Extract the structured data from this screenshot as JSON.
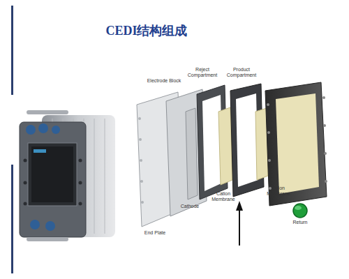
{
  "diagram": {
    "title": "CEDI结构组成",
    "labels": [
      "Electrode Block",
      "Reject Compartment",
      "Product Compartment",
      "Cathode",
      "Cation Membrane",
      "Anion Membrane",
      "End Plate",
      "Return"
    ]
  }
}
